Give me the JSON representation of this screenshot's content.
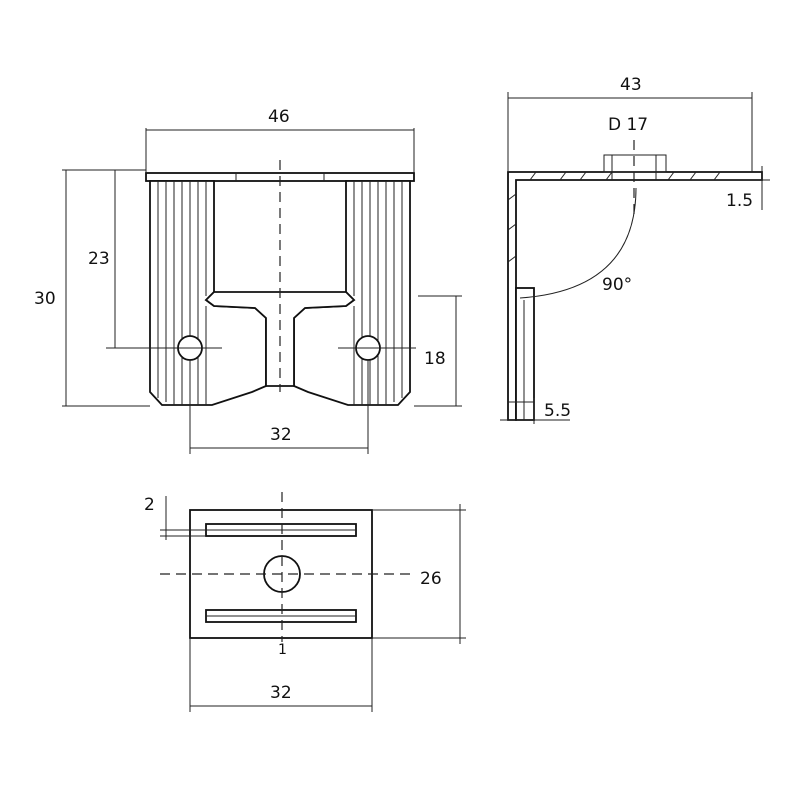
{
  "front_view": {
    "width_label": "46",
    "height_label": "30",
    "slot_height_label": "23",
    "hole_height_label": "18",
    "hole_spacing_label": "32"
  },
  "side_view": {
    "length_label": "43",
    "hole_label": "D 17",
    "thickness_label": "1.5",
    "angle_label": "90°",
    "leg_label": "5.5"
  },
  "top_view": {
    "rib_label": "2",
    "depth_label": "26",
    "width_label": "32",
    "center_mark": "1"
  }
}
